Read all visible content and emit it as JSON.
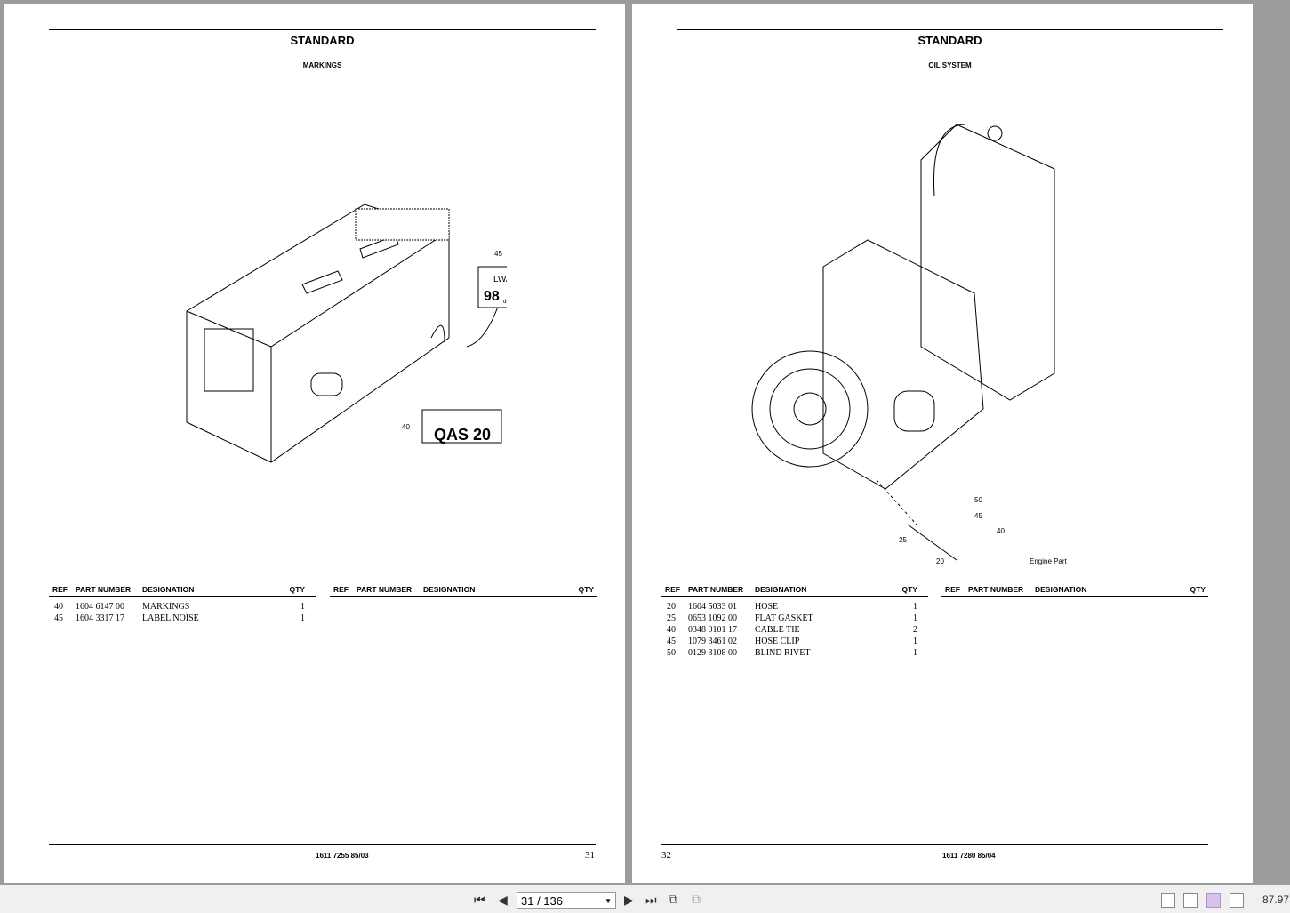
{
  "pages": [
    {
      "title": "STANDARD",
      "subtitle": "MARKINGS",
      "doc_code": "1611 7255 85/03",
      "page_number": "31",
      "callouts": {
        "c45": "45",
        "c40": "40",
        "label_value": "98",
        "label_lwa": "LWA",
        "label_db": "dB",
        "model": "QAS 20"
      },
      "table_left": {
        "headers": [
          "REF",
          "PART NUMBER",
          "DESIGNATION",
          "QTY"
        ],
        "rows": [
          [
            "40",
            "1604 6147 00",
            "MARKINGS",
            "1"
          ],
          [
            "45",
            "1604 3317 17",
            "LABEL NOISE",
            "1"
          ]
        ]
      },
      "table_right": {
        "headers": [
          "REF",
          "PART NUMBER",
          "DESIGNATION",
          "QTY"
        ],
        "rows": []
      }
    },
    {
      "title": "STANDARD",
      "subtitle": "OIL SYSTEM",
      "doc_code": "1611 7280 85/04",
      "page_number": "32",
      "callouts": {
        "c50": "50",
        "c45": "45",
        "c40": "40",
        "c25": "25",
        "c20": "20",
        "engine": "Engine Part"
      },
      "table_left": {
        "headers": [
          "REF",
          "PART NUMBER",
          "DESIGNATION",
          "QTY"
        ],
        "rows": [
          [
            "20",
            "1604 5033 01",
            "HOSE",
            "1"
          ],
          [
            "25",
            "0653 1092 00",
            "FLAT GASKET",
            "1"
          ],
          [
            "40",
            "0348 0101 17",
            "CABLE TIE",
            "2"
          ],
          [
            "45",
            "1079 3461 02",
            "HOSE CLIP",
            "1"
          ],
          [
            "50",
            "0129 3108 00",
            "BLIND RIVET",
            "1"
          ]
        ]
      },
      "table_right": {
        "headers": [
          "REF",
          "PART NUMBER",
          "DESIGNATION",
          "QTY"
        ],
        "rows": []
      }
    }
  ],
  "toolbar": {
    "page_field": "31 / 136",
    "zoom": "87.97"
  }
}
